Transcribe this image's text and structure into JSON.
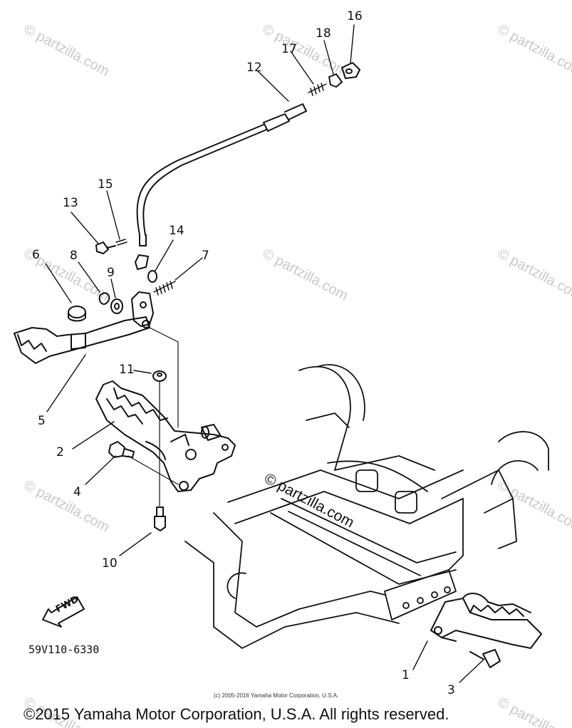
{
  "diagram": {
    "callouts": [
      {
        "id": "1",
        "label": "1"
      },
      {
        "id": "2",
        "label": "2"
      },
      {
        "id": "3",
        "label": "3"
      },
      {
        "id": "4",
        "label": "4"
      },
      {
        "id": "5",
        "label": "5"
      },
      {
        "id": "6",
        "label": "6"
      },
      {
        "id": "7",
        "label": "7"
      },
      {
        "id": "8",
        "label": "8"
      },
      {
        "id": "9",
        "label": "9"
      },
      {
        "id": "10",
        "label": "10"
      },
      {
        "id": "11",
        "label": "11"
      },
      {
        "id": "12",
        "label": "12"
      },
      {
        "id": "13",
        "label": "13"
      },
      {
        "id": "14",
        "label": "14"
      },
      {
        "id": "15",
        "label": "15"
      },
      {
        "id": "16",
        "label": "16"
      },
      {
        "id": "17",
        "label": "17"
      },
      {
        "id": "18",
        "label": "18"
      }
    ],
    "fwd_label": "FWD",
    "part_code": "59V110-6330"
  },
  "watermark": {
    "text": "© partzilla.com",
    "main_text": "© partzilla.com"
  },
  "copyright": {
    "small": "(c) 2005-2016 Yamaha Motor Corporation, U.S.A.",
    "footer": "©2015 Yamaha Motor Corporation, U.S.A. All rights reserved."
  },
  "colors": {
    "line": "#111111",
    "watermark": "#c9c9c9",
    "background": "#ffffff"
  }
}
